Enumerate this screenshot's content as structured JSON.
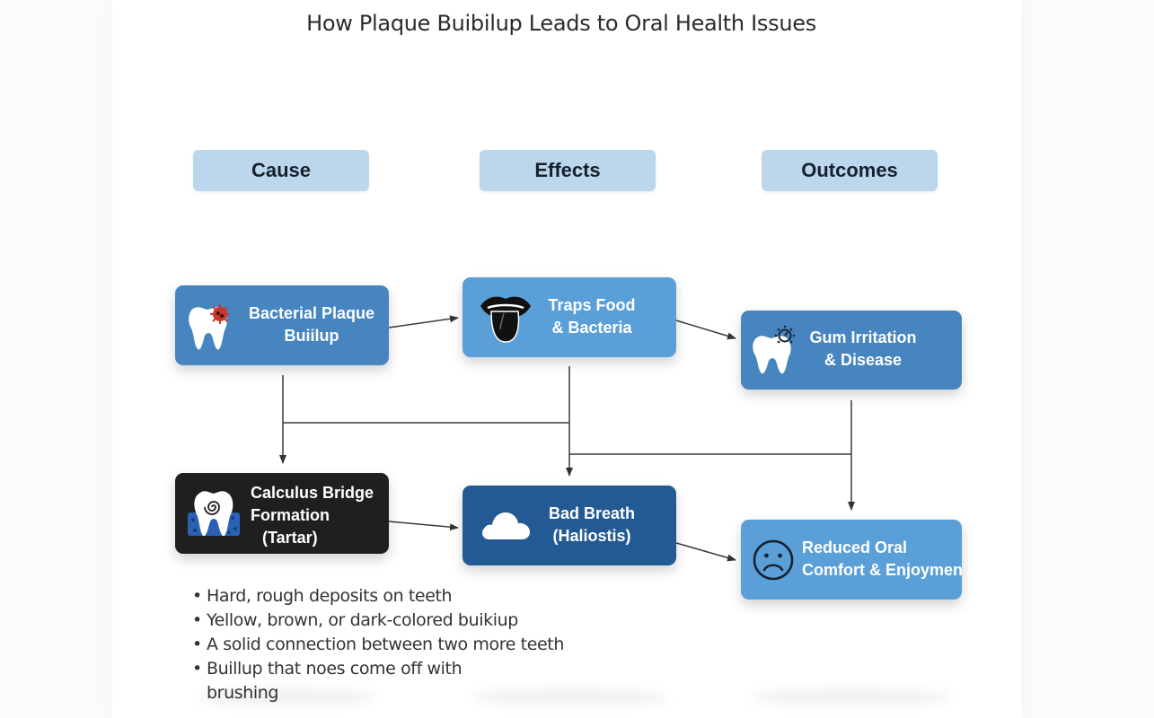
{
  "title": "How Plaque Buibilup Leads to Oral Health Issues",
  "headers": {
    "cause": "Cause",
    "effects": "Effects",
    "outcomes": "Outcomes"
  },
  "nodes": {
    "bacterial_plaque": {
      "line1": "Bacterial Plaque",
      "line2": "Buiilup",
      "icon": "tooth-bacteria-icon"
    },
    "traps_food": {
      "line1": "Traps Food",
      "line2": "& Bacteria",
      "icon": "mouth-tongue-icon"
    },
    "gum_irritation": {
      "line1": "Gum Irritation",
      "line2": "& Disease",
      "icon": "tooth-irritation-icon"
    },
    "calculus": {
      "line1": "Calculus Bridge",
      "line2": "Formation",
      "line3": "(Tartar)",
      "icon": "tooth-tartar-icon"
    },
    "bad_breath": {
      "line1": "Bad Breath",
      "line2": "(Haliostis)",
      "icon": "cloud-icon"
    },
    "reduced_comfort": {
      "line1": "Reduced Oral",
      "line2": "Comfort & Enjoymen",
      "icon": "sad-face-icon"
    }
  },
  "bullets": [
    "Hard, rough deposits on teeth",
    "Yellow, brown, or dark-colored buikiup",
    "A solid connection between two more teeth",
    "Buillup that noes come off with brushing"
  ],
  "colors": {
    "header_bg": "#bcd7ec",
    "node_mid": "#4685c0",
    "node_light": "#5b9fd8",
    "node_dark": "#1f1f1f",
    "node_navy": "#245a93",
    "arrow": "#333333"
  }
}
